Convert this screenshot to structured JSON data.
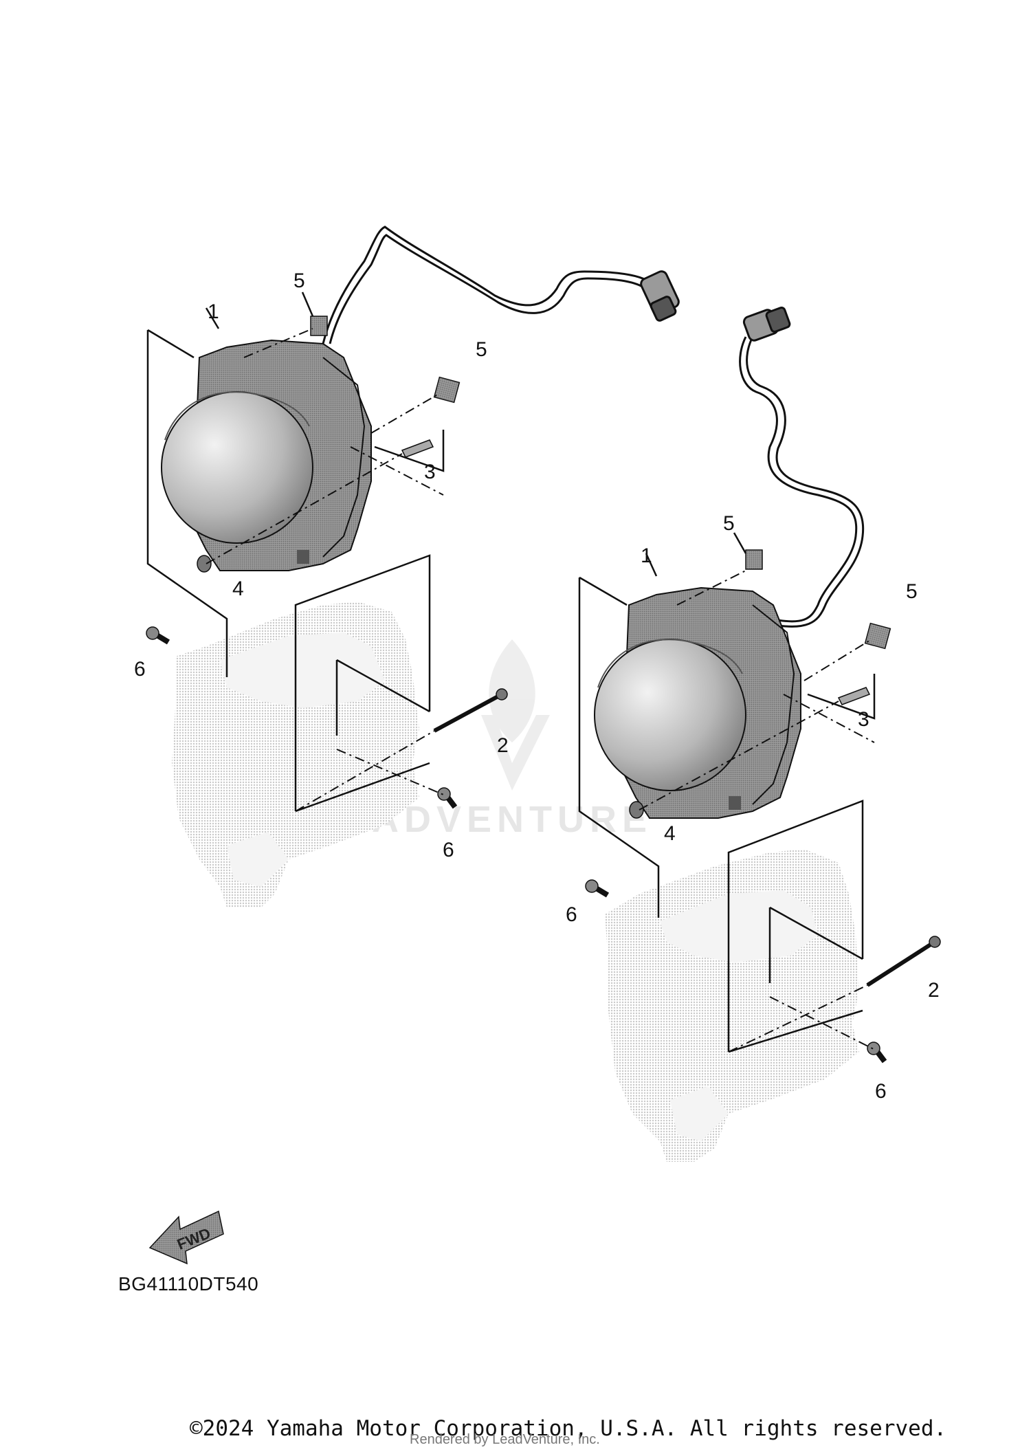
{
  "diagram": {
    "callouts": {
      "left_1": "1",
      "left_2": "2",
      "left_3": "3",
      "left_4": "4",
      "left_5a": "5",
      "left_5b": "5",
      "left_6a": "6",
      "left_6b": "6",
      "right_1": "1",
      "right_2": "2",
      "right_3": "3",
      "right_4": "4",
      "right_5a": "5",
      "right_5b": "5",
      "right_6a": "6",
      "right_6b": "6"
    },
    "fwd_label": "FWD",
    "diagram_code": "BG41110DT540",
    "watermark": "LADVENTURE"
  },
  "footer": {
    "copyright": "©2024 Yamaha Motor Corporation, U.S.A. All rights reserved.",
    "rendered_by": "Rendered by LeadVenture, Inc."
  },
  "colors": {
    "line": "#111111",
    "lens": "#bdbdbd",
    "housing": "#8c8c8c",
    "bracket": "#dcdcdc",
    "watermark": "#e6e6e6"
  }
}
